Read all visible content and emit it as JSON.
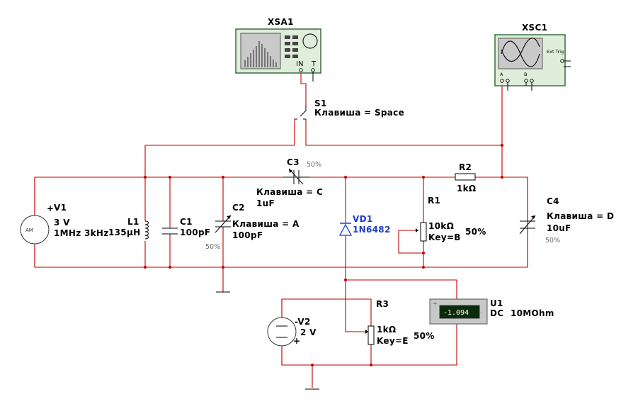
{
  "instruments": {
    "xsa1": {
      "label": "XSA1",
      "port_in": "IN",
      "port_t": "T"
    },
    "xsc1": {
      "label": "XSC1",
      "ext_trig": "Ext Trig",
      "ch_a": "A",
      "ch_b": "B"
    }
  },
  "switch_s1": {
    "name": "S1",
    "key": "Клавиша = Space"
  },
  "sources": {
    "v1": {
      "name": "V1",
      "voltage": "3 V",
      "freq": "1MHz 3kHz",
      "symbol": "AM"
    },
    "v2": {
      "name": "V2",
      "voltage": "2 V"
    }
  },
  "components": {
    "l1": {
      "name": "L1",
      "value": "135µH"
    },
    "c1": {
      "name": "C1",
      "value": "100pF"
    },
    "c2": {
      "name": "C2",
      "key": "Клавиша = A",
      "value": "100pF",
      "percent": "50%"
    },
    "c3": {
      "name": "C3",
      "key": "Клавиша = C",
      "value": "1uF",
      "percent": "50%"
    },
    "vd1": {
      "name": "VD1",
      "part": "1N6482"
    },
    "r1": {
      "name": "R1",
      "value": "10kΩ",
      "key": "Key=B",
      "percent": "50%"
    },
    "r2": {
      "name": "R2",
      "value": "1kΩ"
    },
    "c4": {
      "name": "C4",
      "key": "Клавиша = D",
      "value": "10uF",
      "percent": "50%"
    },
    "r3": {
      "name": "R3",
      "value": "1kΩ",
      "key": "Key=E",
      "percent": "50%"
    }
  },
  "voltmeter_u1": {
    "name": "U1",
    "reading": "-1.094",
    "mode": "DC",
    "impedance": "10MOhm"
  },
  "colors": {
    "wire": "#c40000",
    "instrument_bg": "#dfeeda",
    "instrument_border": "#3a6e3a",
    "diode": "#1a3cc8",
    "lcd": "#0a2a0a"
  }
}
